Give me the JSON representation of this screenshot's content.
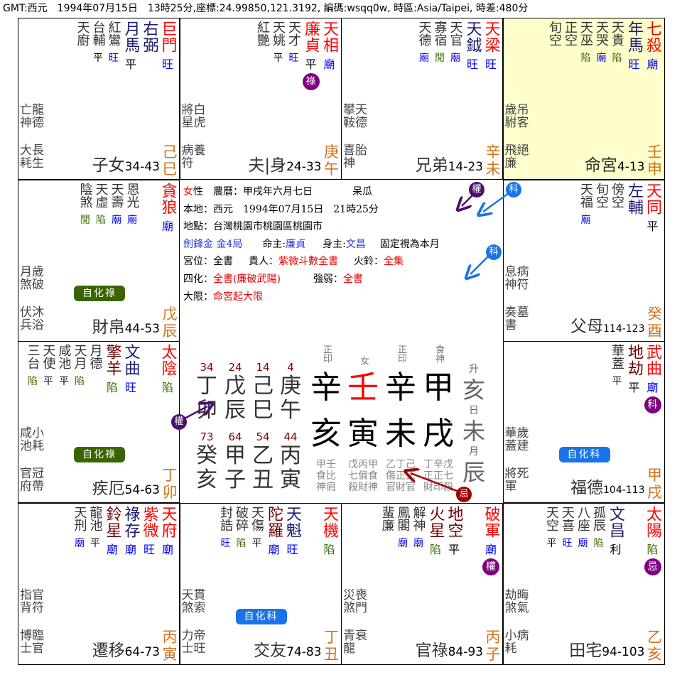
{
  "header": "GMT:西元　1994年07月15日　13時25分,座標:24.99850,121.3192, 編碼:wsqq0w, 時區:Asia/Taipei, 時差:480分",
  "colors": {
    "major": "#ff0000",
    "lucky": "#1a1a6e",
    "malefic": "#6b0000",
    "minor": "#333333",
    "bright_good": "#0000ff",
    "bright_bad": "#3a6e00",
    "bright_neutral": "#000000",
    "stem": "#d2741e",
    "highlight": "#ffffcc",
    "hua": "#800080",
    "self_lu": "#3a6400",
    "self_ke": "#1a73e8"
  },
  "palaces": [
    {
      "id": "si",
      "row": 0,
      "col": 0,
      "name": "子女",
      "age": "34-43",
      "stem": "己",
      "branch": "巳",
      "stars": [
        {
          "n": "巨門",
          "t": "major",
          "b": "旺"
        },
        {
          "n": "右弼",
          "t": "lucky",
          "b": ""
        },
        {
          "n": "月馬",
          "t": "lucky",
          "b": "平"
        },
        {
          "n": "紅鸞",
          "t": "minor",
          "b": "旺"
        },
        {
          "n": "台輔",
          "t": "minor",
          "b": "平"
        },
        {
          "n": "天廚",
          "t": "minor",
          "b": ""
        }
      ],
      "gods": [
        "亡龍",
        "神德"
      ],
      "gods2": [
        "大長",
        "耗生"
      ]
    },
    {
      "id": "wu",
      "row": 0,
      "col": 1,
      "name": "夫|身",
      "age": "24-33",
      "stem": "庚",
      "branch": "午",
      "stars": [
        {
          "n": "天相",
          "t": "major",
          "b": "廟"
        },
        {
          "n": "廉貞",
          "t": "major",
          "b": "平",
          "hua": "祿"
        },
        {
          "n": "天才",
          "t": "minor",
          "b": "旺"
        },
        {
          "n": "天姚",
          "t": "minor",
          "b": "平"
        },
        {
          "n": "紅艷",
          "t": "minor",
          "b": ""
        }
      ],
      "gods": [
        "將白",
        "星虎"
      ],
      "gods2": [
        "病養",
        "符"
      ]
    },
    {
      "id": "wei",
      "row": 0,
      "col": 2,
      "name": "兄弟",
      "age": "14-23",
      "stem": "辛",
      "branch": "未",
      "stars": [
        {
          "n": "天梁",
          "t": "major",
          "b": "旺"
        },
        {
          "n": "天鉞",
          "t": "lucky",
          "b": "旺"
        },
        {
          "n": "天官",
          "t": "minor",
          "b": "廟"
        },
        {
          "n": "寡宿",
          "t": "minor",
          "b": "閒"
        },
        {
          "n": "天德",
          "t": "minor",
          "b": "廟"
        }
      ],
      "gods": [
        "攀天",
        "鞍德"
      ],
      "gods2": [
        "喜胎",
        "神"
      ]
    },
    {
      "id": "shen",
      "row": 0,
      "col": 3,
      "name": "命宮",
      "age": "4-13",
      "stem": "壬",
      "branch": "申",
      "highlight": true,
      "stars": [
        {
          "n": "七殺",
          "t": "major",
          "b": "廟"
        },
        {
          "n": "年馬",
          "t": "lucky",
          "b": "旺"
        },
        {
          "n": "天貴",
          "t": "minor",
          "b": "陷"
        },
        {
          "n": "天哭",
          "t": "minor",
          "b": "廟"
        },
        {
          "n": "天巫",
          "t": "minor",
          "b": "陷"
        },
        {
          "n": "正空",
          "t": "minor",
          "b": ""
        },
        {
          "n": "旬空",
          "t": "minor",
          "b": ""
        }
      ],
      "gods": [
        "歲吊",
        "駙客"
      ],
      "gods2": [
        "飛絕",
        "廉"
      ]
    },
    {
      "id": "chen",
      "row": 1,
      "col": 0,
      "name": "財帛",
      "age": "44-53",
      "stem": "戊",
      "branch": "辰",
      "selfhua": "自化祿",
      "selfhuaType": "lu",
      "stars": [
        {
          "n": "貪狼",
          "t": "major",
          "b": "廟"
        },
        {
          "n": "",
          "t": "gap"
        },
        {
          "n": "恩光",
          "t": "minor",
          "b": "廟"
        },
        {
          "n": "天壽",
          "t": "minor",
          "b": "廟"
        },
        {
          "n": "天虛",
          "t": "minor",
          "b": "陷"
        },
        {
          "n": "陰煞",
          "t": "minor",
          "b": "閒"
        }
      ],
      "gods": [
        "月歲",
        "煞破"
      ],
      "gods2": [
        "伏沐",
        "兵浴"
      ]
    },
    {
      "id": "you",
      "row": 1,
      "col": 3,
      "name": "父母",
      "age": "114-123",
      "ageSmall": true,
      "stem": "癸",
      "branch": "酉",
      "stars": [
        {
          "n": "天同",
          "t": "major",
          "b": "平"
        },
        {
          "n": "左輔",
          "t": "lucky",
          "b": ""
        },
        {
          "n": "傍空",
          "t": "minor",
          "b": ""
        },
        {
          "n": "旬空",
          "t": "minor",
          "b": ""
        },
        {
          "n": "天福",
          "t": "minor",
          "b": "廟"
        }
      ],
      "gods": [
        "息病",
        "神符"
      ],
      "gods2": [
        "奏墓",
        "書"
      ]
    },
    {
      "id": "mao",
      "row": 2,
      "col": 0,
      "name": "疾厄",
      "age": "54-63",
      "stem": "丁",
      "branch": "卯",
      "selfhua": "自化祿",
      "selfhuaType": "lu",
      "stars": [
        {
          "n": "太陰",
          "t": "major",
          "b": "陷"
        },
        {
          "n": "",
          "t": "gap"
        },
        {
          "n": "文曲",
          "t": "lucky",
          "b": "旺"
        },
        {
          "n": "擎羊",
          "t": "malefic",
          "b": "陷"
        },
        {
          "n": "月德",
          "t": "minor",
          "b": ""
        },
        {
          "n": "天月",
          "t": "minor",
          "b": "陷"
        },
        {
          "n": "咸池",
          "t": "minor",
          "b": "平"
        },
        {
          "n": "天使",
          "t": "minor",
          "b": "平"
        },
        {
          "n": "三台",
          "t": "minor",
          "b": "陷"
        }
      ],
      "gods": [
        "咸小",
        "池耗"
      ],
      "gods2": [
        "官冠",
        "府帶"
      ]
    },
    {
      "id": "xu",
      "row": 2,
      "col": 3,
      "name": "福德",
      "age": "104-113",
      "ageSmall": true,
      "stem": "甲",
      "branch": "戌",
      "selfhua": "自化科",
      "selfhuaType": "ke",
      "stars": [
        {
          "n": "武曲",
          "t": "major",
          "b": "廟",
          "hua": "科"
        },
        {
          "n": "地劫",
          "t": "malefic",
          "b": "平"
        },
        {
          "n": "華蓋",
          "t": "minor",
          "b": "平"
        }
      ],
      "gods": [
        "華歲",
        "蓋建"
      ],
      "gods2": [
        "將死",
        "軍"
      ]
    },
    {
      "id": "yin",
      "row": 3,
      "col": 0,
      "name": "遷移",
      "age": "64-73",
      "stem": "丙",
      "branch": "寅",
      "stars": [
        {
          "n": "天府",
          "t": "major",
          "b": "廟"
        },
        {
          "n": "紫微",
          "t": "major",
          "b": "旺"
        },
        {
          "n": "祿存",
          "t": "lucky",
          "b": "廟"
        },
        {
          "n": "鈴星",
          "t": "malefic",
          "b": "廟"
        },
        {
          "n": "龍池",
          "t": "minor",
          "b": "平"
        },
        {
          "n": "天刑",
          "t": "minor",
          "b": "廟"
        }
      ],
      "gods": [
        "指官",
        "背符"
      ],
      "gods2": [
        "博臨",
        "士官"
      ]
    },
    {
      "id": "chou",
      "row": 3,
      "col": 1,
      "name": "交友",
      "age": "74-83",
      "stem": "丁",
      "branch": "丑",
      "selfhua": "自化科",
      "selfhuaType": "ke",
      "stars": [
        {
          "n": "天機",
          "t": "major",
          "b": "陷"
        },
        {
          "n": "",
          "t": "gap"
        },
        {
          "n": "天魁",
          "t": "lucky",
          "b": "旺"
        },
        {
          "n": "陀羅",
          "t": "malefic",
          "b": "廟"
        },
        {
          "n": "天傷",
          "t": "minor",
          "b": "平"
        },
        {
          "n": "破碎",
          "t": "minor",
          "b": "陷"
        },
        {
          "n": "封誥",
          "t": "minor",
          "b": "旺"
        }
      ],
      "gods": [
        "天貫",
        "煞索"
      ],
      "gods2": [
        "力帝",
        "士旺"
      ]
    },
    {
      "id": "zi",
      "row": 3,
      "col": 2,
      "name": "官祿",
      "age": "84-93",
      "stem": "丙",
      "branch": "子",
      "stars": [
        {
          "n": "破軍",
          "t": "major",
          "b": "廟",
          "hua": "權"
        },
        {
          "n": "",
          "t": "gap"
        },
        {
          "n": "地空",
          "t": "malefic",
          "b": "平"
        },
        {
          "n": "火星",
          "t": "malefic",
          "b": "陷"
        },
        {
          "n": "解神",
          "t": "minor",
          "b": "廟"
        },
        {
          "n": "鳳閣",
          "t": "minor",
          "b": "廟"
        },
        {
          "n": "蜚廉",
          "t": "minor",
          "b": ""
        }
      ],
      "gods": [
        "災喪",
        "煞門"
      ],
      "gods2": [
        "青衰",
        "龍"
      ]
    },
    {
      "id": "hai",
      "row": 3,
      "col": 3,
      "name": "田宅",
      "age": "94-103",
      "stem": "乙",
      "branch": "亥",
      "stars": [
        {
          "n": "太陽",
          "t": "major",
          "b": "陷",
          "hua": "忌"
        },
        {
          "n": "",
          "t": "gap"
        },
        {
          "n": "文昌",
          "t": "lucky",
          "b": "利"
        },
        {
          "n": "孤辰",
          "t": "minor",
          "b": "陷"
        },
        {
          "n": "八座",
          "t": "minor",
          "b": "廟"
        },
        {
          "n": "天喜",
          "t": "minor",
          "b": "旺"
        },
        {
          "n": "天空",
          "t": "minor",
          "b": "平"
        }
      ],
      "gods": [
        "劫晦",
        "煞氣"
      ],
      "gods2": [
        "小病",
        "耗"
      ]
    }
  ],
  "center": {
    "line1": {
      "gender": "女",
      "gender_rest": "性　農曆：甲戌年六月七日",
      "nick": "呆瓜"
    },
    "line2": "本地：西元　1994年07月15日　21時25分",
    "line3": "地點：台灣桃園市桃園區桃園市",
    "line4": {
      "ju": "劍鋒金 金4局",
      "ming_label": "命主:",
      "ming": "廉貞",
      "shen_label": "身主:",
      "shen": "文昌",
      "note": "固定視為本月"
    },
    "line5": {
      "l1": "宮位：全書",
      "l2": "貴人：",
      "v2": "紫微斗數全書",
      "l3": "火鈴：",
      "v3": "全集"
    },
    "line6": {
      "l1": "四化：",
      "v1": "全書(廉破武陽)",
      "l2": "強弱：",
      "v2": "全書"
    },
    "line7": {
      "l1": "大限：",
      "v1": "命宮起大限"
    },
    "decades": [
      {
        "age": "34",
        "stem": "丁",
        "branch": "卯"
      },
      {
        "age": "24",
        "stem": "戊",
        "branch": "辰"
      },
      {
        "age": "14",
        "stem": "己",
        "branch": "巳"
      },
      {
        "age": "4",
        "stem": "庚",
        "branch": "午"
      },
      {
        "age": "73",
        "stem": "癸",
        "branch": "亥"
      },
      {
        "age": "64",
        "stem": "甲",
        "branch": "子"
      },
      {
        "age": "54",
        "stem": "乙",
        "branch": "丑"
      },
      {
        "age": "44",
        "stem": "丙",
        "branch": "寅"
      }
    ],
    "pillars": [
      {
        "label": "正印",
        "stem": "辛",
        "branch": "亥",
        "hidden": [
          "甲壬",
          "食比",
          "神肩"
        ]
      },
      {
        "label": "女",
        "stem": "壬",
        "branch": "寅",
        "hidden": [
          "戊丙甲",
          "七偏食",
          "殺財神"
        ],
        "stemRed": true
      },
      {
        "label": "正印",
        "stem": "辛",
        "branch": "未",
        "hidden": [
          "乙丁己",
          "傷正正",
          "官財官"
        ]
      },
      {
        "label": "食神",
        "stem": "甲",
        "branch": "戌",
        "hidden": [
          "丁辛戊",
          "正正七",
          "財印殺"
        ]
      }
    ],
    "side": [
      {
        "label": "升",
        "value": "亥"
      },
      {
        "label": "日",
        "value": "未"
      },
      {
        "label": "月",
        "value": "辰"
      }
    ]
  },
  "overlays": {
    "quan": "權",
    "ke": "科",
    "ji": "忌"
  }
}
